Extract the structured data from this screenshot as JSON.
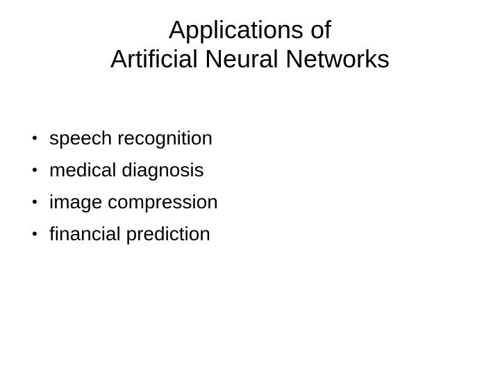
{
  "slide": {
    "title_lines": [
      "Applications of",
      "Artificial Neural Networks"
    ],
    "bullet_symbol": "•",
    "bullets": [
      "speech recognition",
      "medical diagnosis",
      "image compression",
      "financial prediction"
    ]
  }
}
